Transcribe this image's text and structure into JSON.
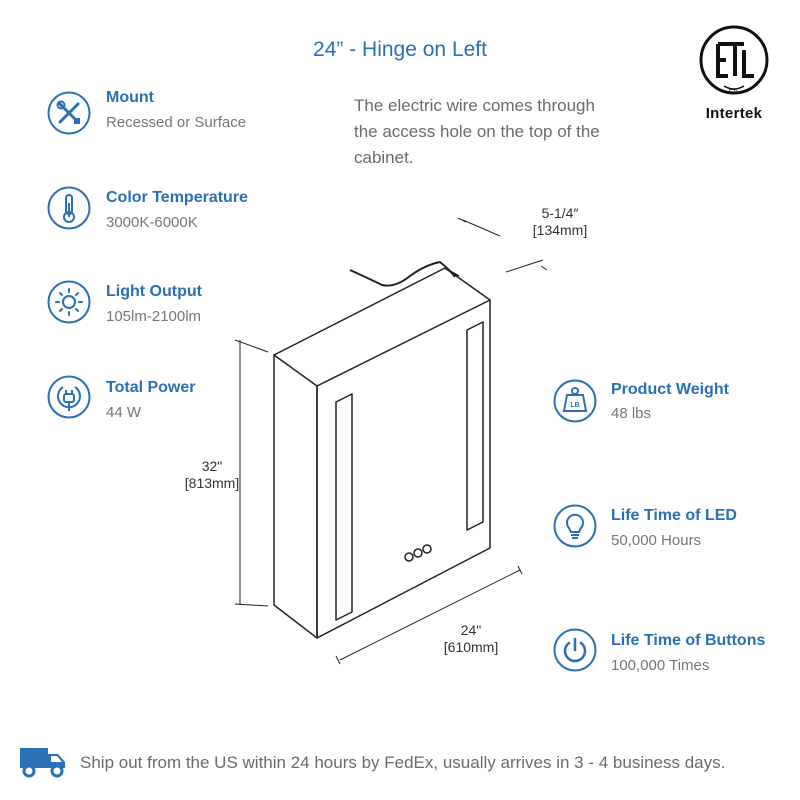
{
  "header": {
    "title": "24” - Hinge on Left",
    "wire_note": "The electric wire comes through the access hole on the top of the cabinet."
  },
  "certification": {
    "mark": "ETL",
    "label": "Intertek"
  },
  "specs": {
    "mount": {
      "title": "Mount",
      "value": "Recessed or Surface",
      "icon": "wrench-screwdriver-icon"
    },
    "color_temperature": {
      "title": "Color Temperature",
      "value": "3000K-6000K",
      "icon": "thermometer-icon"
    },
    "light_output": {
      "title": "Light Output",
      "value": "105lm-2100lm",
      "icon": "sun-icon"
    },
    "total_power": {
      "title": "Total Power",
      "value": "44 W",
      "icon": "power-plug-icon"
    },
    "product_weight": {
      "title": "Product Weight",
      "value": "48 lbs",
      "icon": "weight-icon"
    },
    "led_lifetime": {
      "title": "Life Time of LED",
      "value": "50,000 Hours",
      "icon": "light-bulb-icon"
    },
    "buttons_lifetime": {
      "title": "Life Time of Buttons",
      "value": "100,000 Times",
      "icon": "power-button-icon"
    }
  },
  "dimensions": {
    "depth": {
      "imperial": "5-1/4″",
      "metric": "[134mm]"
    },
    "height": {
      "imperial": "32\"",
      "metric": "[813mm]"
    },
    "width": {
      "imperial": "24\"",
      "metric": "[610mm]"
    }
  },
  "footer": {
    "shipping_text": "Ship out from the US within 24 hours by FedEx, usually arrives in 3 - 4 business days.",
    "icon": "delivery-truck-icon"
  },
  "colors": {
    "accent": "#2b6fb4",
    "text": "#6b6b6b"
  }
}
